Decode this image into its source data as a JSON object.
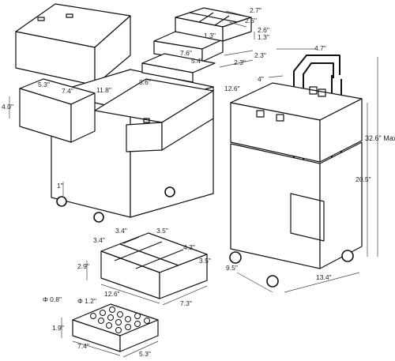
{
  "dimensions": {
    "top_tray_depth": "2.7\"",
    "top_tray_width": "2.6\"",
    "top_tray_compartment": "1.3\"",
    "top_tray_compartment_b": "2.6\"",
    "top_tray_height": "1.3\"",
    "middle_tray_width": "7.6\"",
    "middle_tray_inner": "5.4\"",
    "middle_tray_depth_a": "2.3\"",
    "middle_tray_depth_b": "2.3\"",
    "lid_tray_width": "5.3\"",
    "lid_tray_depth": "7.4\"",
    "lid_tray_height": "4.0\"",
    "body_width": "11.8\"",
    "body_extension": "8.6\"",
    "trolley_side_depth": "12.6\"",
    "trolley_spacing": "4\"",
    "handle_width": "4.7\"",
    "max_height": "32.6\" Max",
    "lower_height": "20.5\"",
    "lower_case_height": "1\"",
    "bottom_depth": "9.5\"",
    "bottom_width": "13.4\"",
    "divider_tray_a": "3.4\"",
    "divider_tray_b": "3.5\"",
    "divider_tray_c": "3.4\"",
    "divider_tray_d": "4.3\"",
    "divider_tray_height": "2.9\"",
    "divider_tray_e": "3.5\"",
    "divider_tray_length": "12.6\"",
    "divider_tray_width": "7.3\"",
    "bottle_hole_small": "Φ 0.8\"",
    "bottle_hole_large": "Φ 1.2\"",
    "bottle_block_height": "1.9\"",
    "bottle_block_depth": "7.4\"",
    "bottle_block_width": "5.3\""
  }
}
